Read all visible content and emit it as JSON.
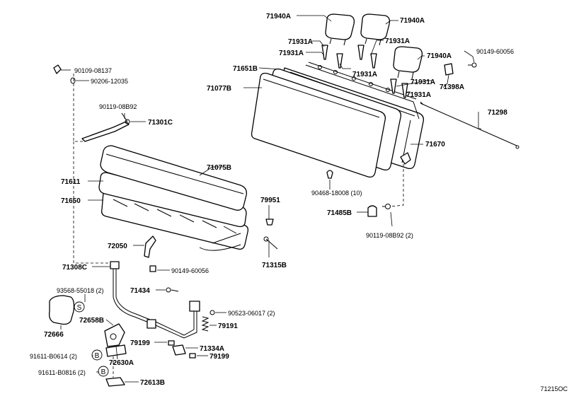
{
  "diagram_code": "71215OC",
  "callouts": {
    "p71940A_1": "71940A",
    "p71940A_2": "71940A",
    "p71940A_3": "71940A",
    "p71931A_1": "71931A",
    "p71931A_2": "71931A",
    "p71931A_3": "71931A",
    "p71931A_4": "71931A",
    "p71931A_5": "71931A",
    "p71931A_6": "71931A",
    "p90149_60056_a": "90149-60056",
    "p71398A": "71398A",
    "p71651B": "71651B",
    "p71077B": "71077B",
    "p71298": "71298",
    "p71670": "71670",
    "p90468": "90468-18008 (10)",
    "p71485B": "71485B",
    "p90119_08B92_2": "90119-08B92 (2)",
    "p90109": "90109-08137",
    "p90206": "90206-12035",
    "p90119_08B92": "90119-08B92",
    "p71301C": "71301C",
    "p71611": "71611",
    "p71075B": "71075B",
    "p71650": "71650",
    "p79951": "79951",
    "p72050": "72050",
    "p71315B": "71315B",
    "p90149_60056_b": "90149-60056",
    "p71308C": "71308C",
    "p93568": "93568-55018 (2)",
    "p71434": "71434",
    "p90523": "90523-06017 (2)",
    "p72658B": "72658B",
    "p79191": "79191",
    "p72666": "72666",
    "p79199_1": "79199",
    "p71334A": "71334A",
    "p79199_2": "79199",
    "p91611_B0614": "91611-B0614 (2)",
    "p72630A": "72630A",
    "p91611_B0816": "91611-B0816 (2)",
    "p72613B": "72613B"
  },
  "symbols": {
    "s1": "S",
    "b1": "B",
    "b2": "B"
  }
}
